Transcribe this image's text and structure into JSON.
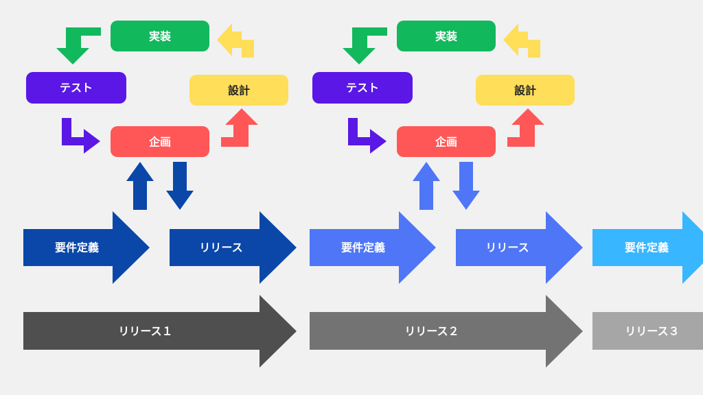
{
  "cycle_labels": {
    "implement": "実装",
    "test": "テスト",
    "design": "設計",
    "plan": "企画"
  },
  "phase_labels": {
    "requirements": "要件定義",
    "release": "リリース"
  },
  "releases": [
    {
      "label": "リリース１"
    },
    {
      "label": "リリース２"
    },
    {
      "label": "リリース３"
    }
  ],
  "colors": {
    "background": "#f1f1f1",
    "implement": "#11b85c",
    "test": "#5a17e6",
    "design": "#ffde59",
    "plan": "#ff5757",
    "release1_phase": "#0a47a8",
    "release2_phase": "#4f76f6",
    "release3_phase": "#38b6ff",
    "release1_bar": "#4f4f4f",
    "release2_bar": "#737373",
    "release3_bar": "#a6a6a6"
  }
}
